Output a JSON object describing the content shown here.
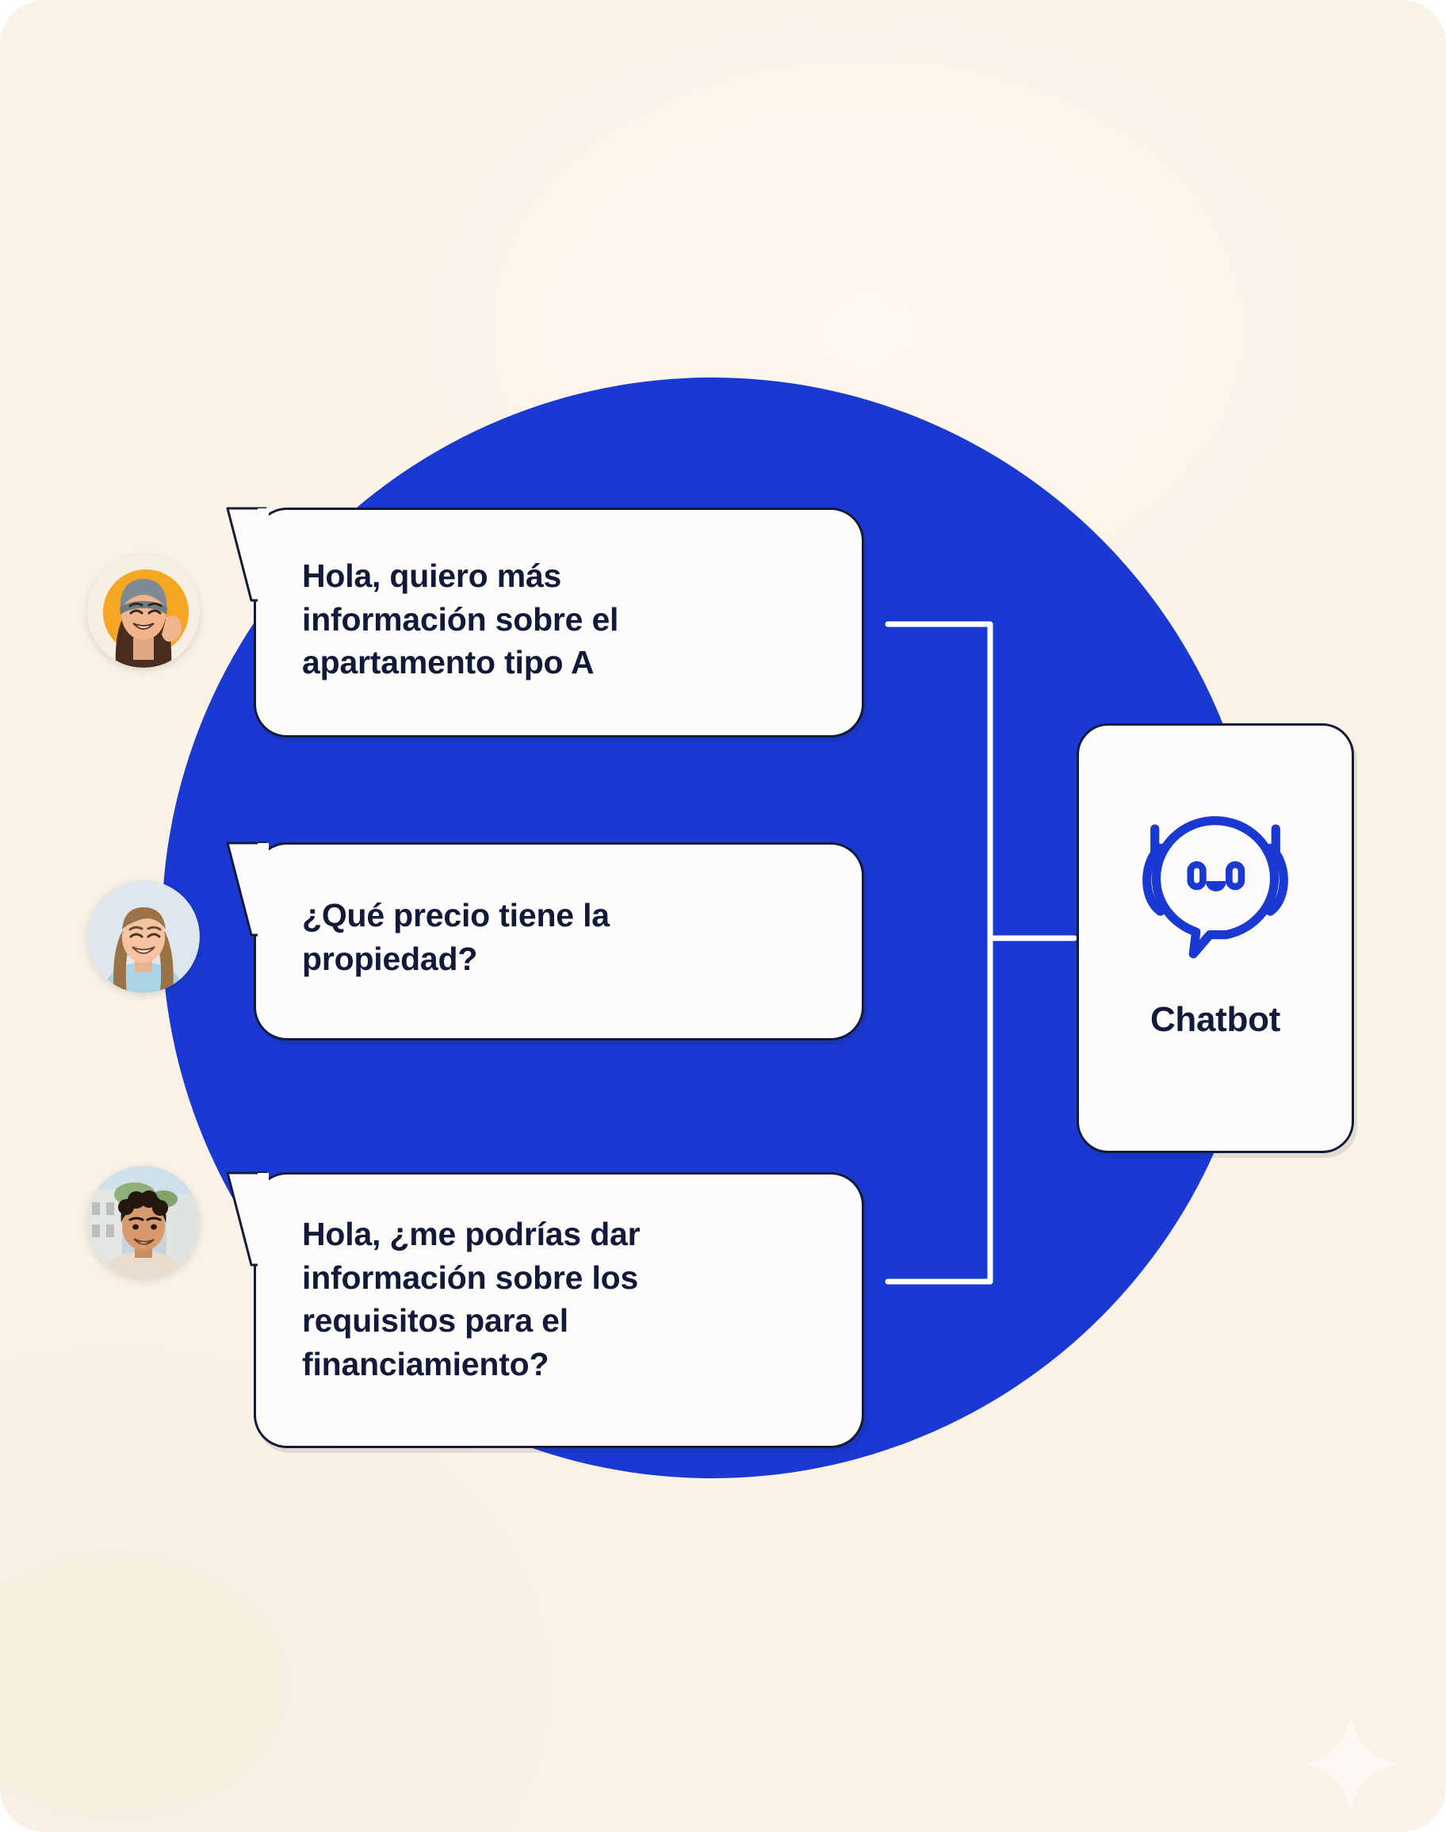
{
  "canvas": {
    "background_color": "#faf2e6",
    "accent_color": "#1a39d2",
    "ink_color": "#121b39",
    "card_color": "#fdfcfb"
  },
  "decor": {
    "sparkle_name": "sparkle-icon",
    "circle_name": "blue-circle-backdrop"
  },
  "conversation": {
    "messages": [
      {
        "id": "message-1",
        "sender": "user-1",
        "avatar_alt": "Smiling woman wearing a grey beanie",
        "text": "Hola, quiero más\ninformación sobre el\napartamento tipo A"
      },
      {
        "id": "message-2",
        "sender": "user-2",
        "avatar_alt": "Smiling woman with light brown hair",
        "text": "¿Qué precio tiene la\npropiedad?"
      },
      {
        "id": "message-3",
        "sender": "user-3",
        "avatar_alt": "Smiling young man with dark curly hair",
        "text": "Hola, ¿me podrías dar\ninformación sobre los\nrequisitos para el\nfinanciamiento?"
      }
    ]
  },
  "chatbot": {
    "label": "Chatbot",
    "icon_name": "chatbot-face-icon",
    "icon_color": "#1a39d2"
  }
}
